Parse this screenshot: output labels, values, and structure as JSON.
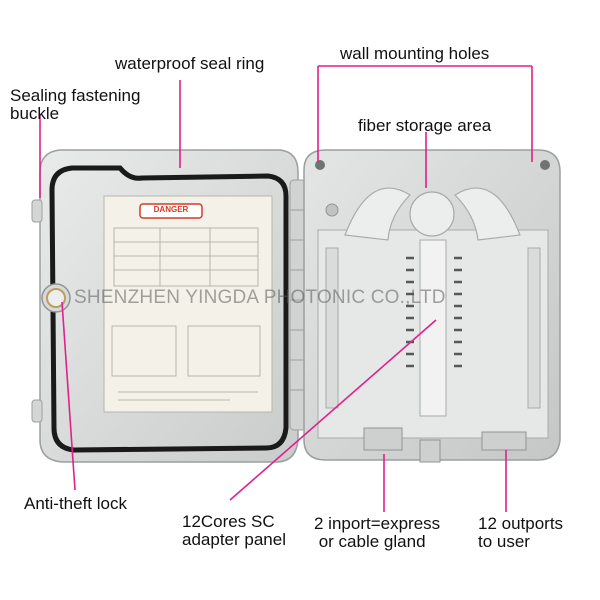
{
  "labels": {
    "waterproof_seal_ring": "waterproof seal ring",
    "wall_mounting_holes": "wall mounting holes",
    "sealing_buckle_line1": "Sealing fastening",
    "sealing_buckle_line2": "buckle",
    "fiber_storage_area": "fiber storage area",
    "anti_theft_lock": "Anti-theft lock",
    "adapter_panel_line1": "12Cores SC",
    "adapter_panel_line2": "adapter panel",
    "inport_line1": "2 inport=express",
    "inport_line2": " or cable gland",
    "outports_line1": "12 outports",
    "outports_line2": "to user"
  },
  "watermark": "SHENZHEN YINGDA PHOTONIC CO.,LTD",
  "danger_sign": "DANGER",
  "colors": {
    "pointer": "#e0218a",
    "box_body": "#dcdedd",
    "seal_ring": "#1a1a1a",
    "danger": "#d43a2a"
  }
}
